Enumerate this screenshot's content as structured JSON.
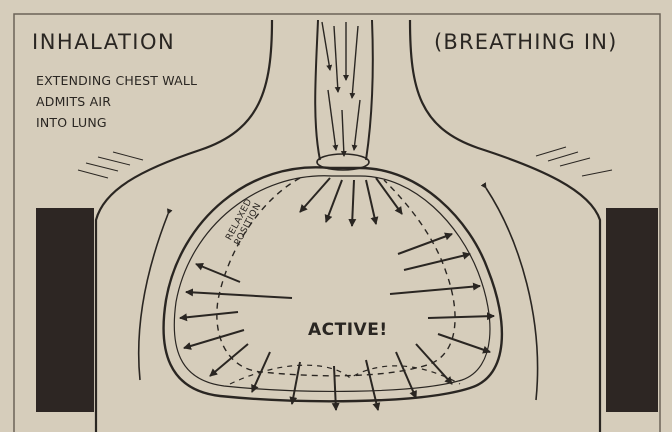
{
  "labels": {
    "title_left": "INHALATION",
    "title_right": "(BREATHING IN)",
    "caption": [
      "EXTENDING CHEST WALL",
      "ADMITS AIR",
      "INTO LUNG"
    ],
    "relaxed": [
      "RELAXED",
      "POSITION"
    ],
    "active": "ACTIVE!"
  },
  "colors": {
    "paper": "#d6cdbb",
    "ink": "#2a2622",
    "block": "#2d2623"
  }
}
